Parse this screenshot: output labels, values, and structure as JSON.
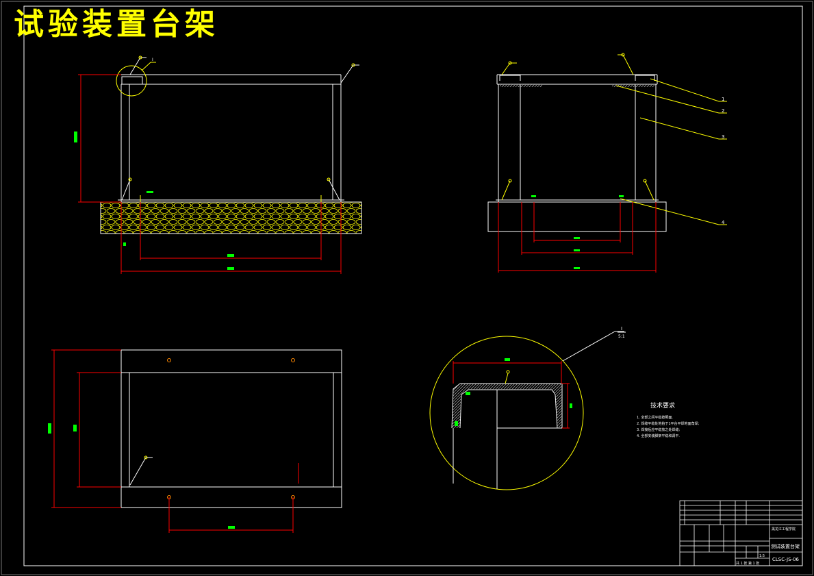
{
  "drawing": {
    "title": "试验装置台架",
    "tech_req": {
      "heading": "技术要求",
      "notes": [
        "1. 全部之间平稳按照面.",
        "2. 焊缝平稳处地拍于1平台平焊地面角焊;",
        "3. 焊接后应平稳放之处焊缝;",
        "4. 全部安装脚架平稳和调平."
      ]
    },
    "detail_tag": {
      "label": "I",
      "scale": "5:1"
    },
    "balloons": [
      "1",
      "2",
      "3",
      "4"
    ],
    "title_block": {
      "drawing_name": "测试装置台架",
      "drawing_no": "CLSC-JS-06",
      "school": "黑龙江工程学院",
      "sheet": "共 1 张 第 1 张",
      "scale": "1:5"
    }
  },
  "colors": {
    "background": "#000000",
    "outline": "#ffffff",
    "dimension": "#ff0000",
    "highlight": "#ffff00",
    "text_green": "#00ff00",
    "hatch_gray": "#a0a0a0"
  }
}
